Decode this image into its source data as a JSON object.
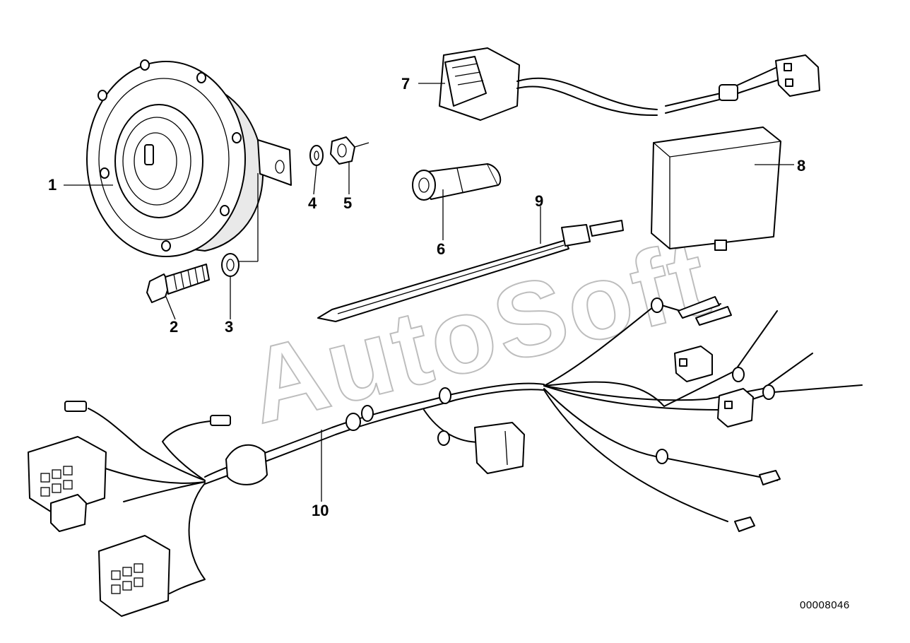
{
  "watermark": {
    "text": "AutoSoft"
  },
  "document_id": "00008046",
  "callouts": [
    {
      "id": "1",
      "label": "1"
    },
    {
      "id": "2",
      "label": "2"
    },
    {
      "id": "3",
      "label": "3"
    },
    {
      "id": "4",
      "label": "4"
    },
    {
      "id": "5",
      "label": "5"
    },
    {
      "id": "6",
      "label": "6"
    },
    {
      "id": "7",
      "label": "7"
    },
    {
      "id": "8",
      "label": "8"
    },
    {
      "id": "9",
      "label": "9"
    },
    {
      "id": "10",
      "label": "10"
    }
  ]
}
